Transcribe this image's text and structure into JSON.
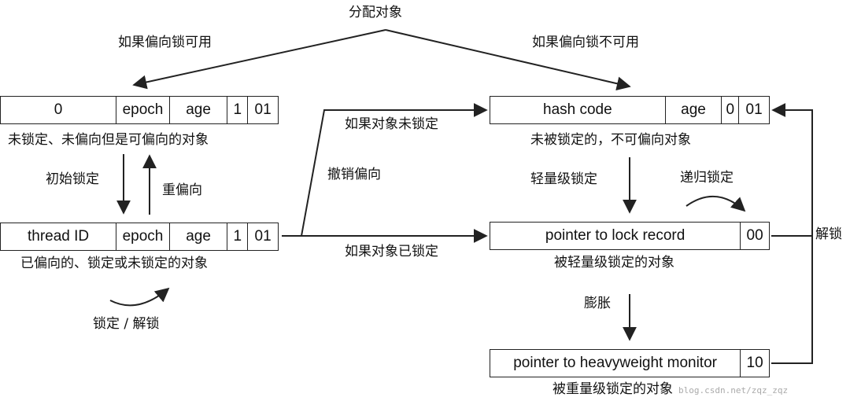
{
  "labels": {
    "allocate": "分配对象",
    "biasable": "如果偏向锁可用",
    "not_biasable": "如果偏向锁不可用",
    "if_unlocked": "如果对象未锁定",
    "if_locked": "如果对象已锁定",
    "revoke_bias": "撤销偏向",
    "unbiased_state": "未锁定、未偏向但是可偏向的对象",
    "biased_state": "已偏向的、锁定或未锁定的对象",
    "init_lock": "初始锁定",
    "rebias": "重偏向",
    "lock_unlock": "锁定 / 解锁",
    "unlocked_state": "未被锁定的，不可偏向对象",
    "lightweight_lock": "轻量级锁定",
    "recursive_lock": "递归锁定",
    "lightweight_state": "被轻量级锁定的对象",
    "inflate": "膨胀",
    "heavyweight_state": "被重量级锁定的对象",
    "unlock": "解锁",
    "watermark": "blog.csdn.net/zqz_zqz"
  },
  "boxes": {
    "unbiased": [
      "0",
      "epoch",
      "age",
      "1",
      "01"
    ],
    "biased": [
      "thread ID",
      "epoch",
      "age",
      "1",
      "01"
    ],
    "unlocked": [
      "hash code",
      "age",
      "0",
      "01"
    ],
    "lightweight": [
      "pointer to lock record",
      "00"
    ],
    "heavyweight": [
      "pointer to heavyweight monitor",
      "10"
    ]
  },
  "colors": {
    "line": "#222222",
    "text": "#111111"
  }
}
